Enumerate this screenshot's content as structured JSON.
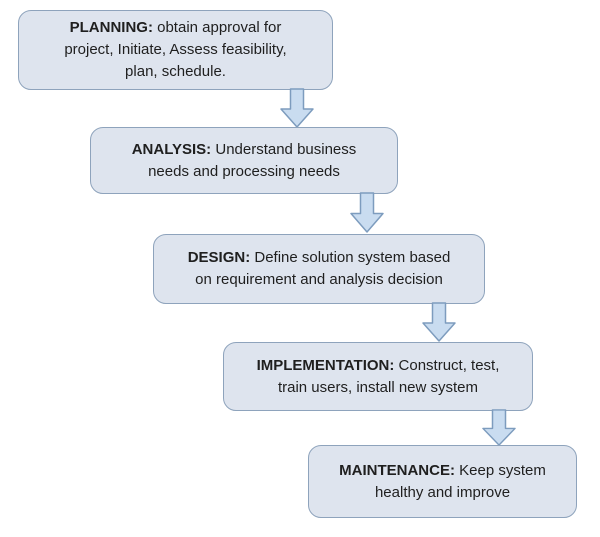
{
  "diagram": {
    "type": "flowchart",
    "subject": "Systems development life cycle phases",
    "background_color": "#ffffff",
    "colors": {
      "box_fill": "#dee4ee",
      "box_border": "#8ea3bc",
      "arrow_fill": "#c9dcf0",
      "arrow_border": "#7d9cbe",
      "text": "#1f1f1f"
    },
    "steps": [
      {
        "id": "planning",
        "title": "PLANNING:",
        "lines": [
          " obtain approval for",
          "project, Initiate, Assess feasibility,",
          "plan, schedule."
        ]
      },
      {
        "id": "analysis",
        "title": "ANALYSIS:",
        "lines": [
          " Understand business",
          "needs and processing needs"
        ]
      },
      {
        "id": "design",
        "title": "DESIGN:",
        "lines": [
          " Define solution system based",
          "on requirement and analysis decision"
        ]
      },
      {
        "id": "implementation",
        "title": "IMPLEMENTATION:",
        "lines": [
          " Construct, test,",
          "train users, install new system"
        ]
      },
      {
        "id": "maintenance",
        "title": "MAINTENANCE:",
        "lines": [
          " Keep system",
          "healthy and improve"
        ]
      }
    ],
    "connectors": [
      {
        "from": "planning",
        "to": "analysis",
        "direction": "down"
      },
      {
        "from": "analysis",
        "to": "design",
        "direction": "down"
      },
      {
        "from": "design",
        "to": "implementation",
        "direction": "down"
      },
      {
        "from": "implementation",
        "to": "maintenance",
        "direction": "down"
      }
    ]
  }
}
